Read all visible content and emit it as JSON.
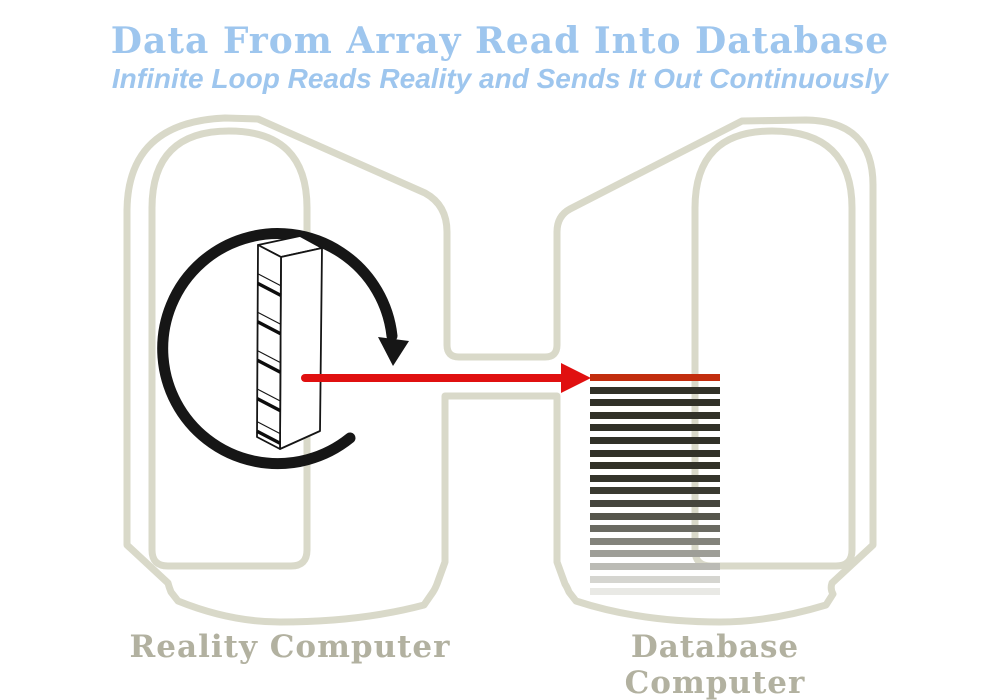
{
  "header": {
    "title": "Data From Array Read Into Database",
    "subtitle": "Infinite Loop Reads Reality and Sends It Out Continuously"
  },
  "computers": {
    "left_label": "Reality Computer",
    "right_label": "Database Computer"
  },
  "colors": {
    "title_blue": "#9ec6ee",
    "outline_gray": "#d9d9c9",
    "label_gray": "#b2b1a0",
    "loop_black": "#161616",
    "flow_arrow_red": "#e01010",
    "db_first_row_red": "#c22d0e",
    "db_row_dark": "#313128"
  },
  "database_rows": {
    "count": 18,
    "colors": [
      "#c22d0e",
      "#313128",
      "#313128",
      "#313128",
      "#313128",
      "#313128",
      "#313128",
      "#313128",
      "#34342b",
      "#3a3a31",
      "#45453c",
      "#55554c",
      "#6a6a62",
      "#83837b",
      "#9e9e97",
      "#bbbbb5",
      "#d5d5d0",
      "#e9e9e5"
    ]
  },
  "array_graphic": {
    "cells": 5,
    "divider_fractions": [
      0.2,
      0.4,
      0.6,
      0.8,
      0.97
    ]
  }
}
